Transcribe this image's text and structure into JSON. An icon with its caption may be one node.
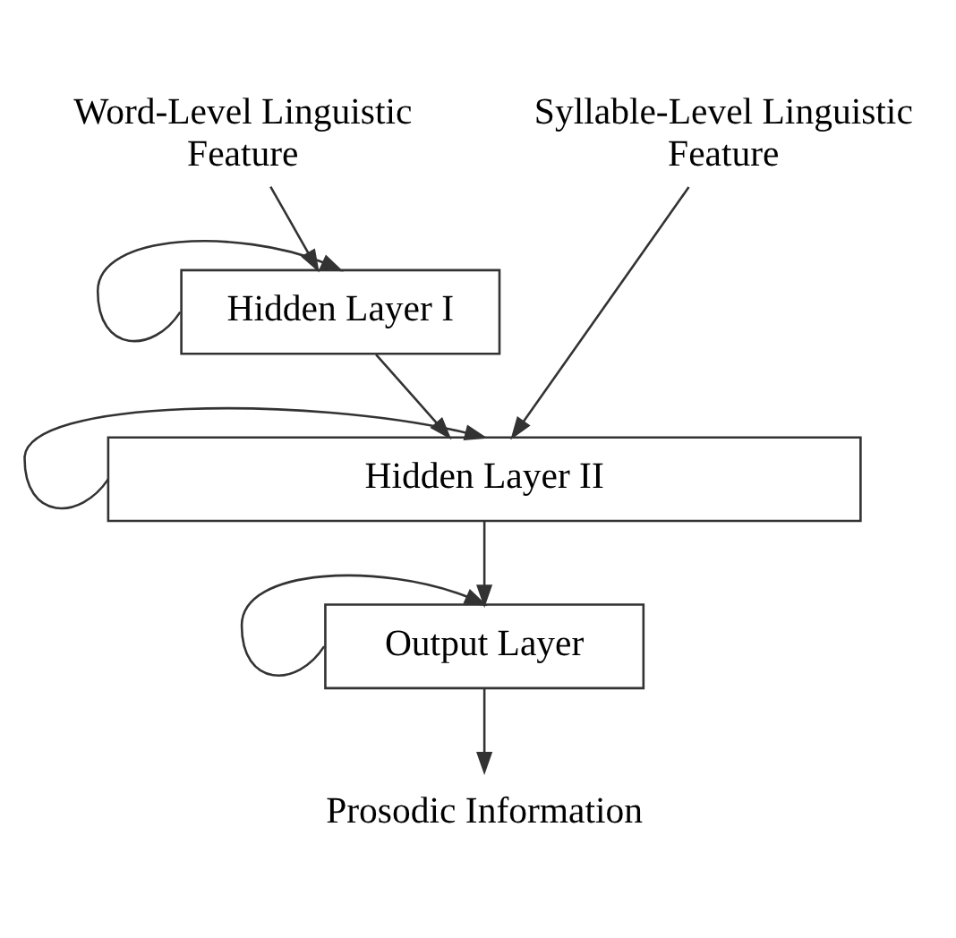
{
  "diagram": {
    "nodes": [
      {
        "text": [
          "Word-Level Linguistic Feature"
        ]
      },
      {
        "text": [
          "Syllable-Level Linguistic Feature"
        ]
      },
      {
        "text": [
          "Hidden Layer I"
        ]
      },
      {
        "text": [
          "Hidden Layer II"
        ]
      },
      {
        "text": [
          "Output Layer"
        ]
      },
      {
        "text": [
          "Prosodic Information"
        ]
      }
    ],
    "edges": [
      {
        "from": 2,
        "to": 2,
        "arrow": "to"
      },
      {
        "from": 0,
        "to": 2,
        "arrow": "to"
      },
      {
        "from": 3,
        "to": 3,
        "arrow": "to"
      },
      {
        "from": 1,
        "to": 3,
        "arrow": "to"
      },
      {
        "from": 2,
        "to": 3,
        "arrow": "to"
      },
      {
        "from": 4,
        "to": 4,
        "arrow": "to"
      },
      {
        "from": 3,
        "to": 4,
        "arrow": "to"
      },
      {
        "from": 4,
        "to": 5,
        "arrow": "to"
      }
    ]
  }
}
